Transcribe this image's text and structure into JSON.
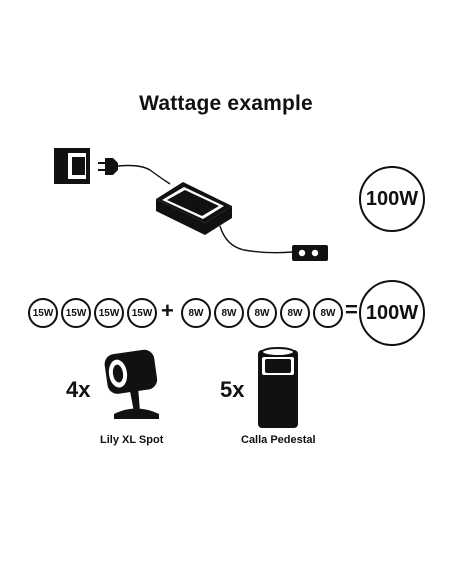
{
  "title": "Wattage example",
  "adapter_output": "100W",
  "row": {
    "spot_watts": [
      "15W",
      "15W",
      "15W",
      "15W"
    ],
    "plus": "+",
    "pedestal_watts": [
      "8W",
      "8W",
      "8W",
      "8W",
      "8W"
    ],
    "equals": "=",
    "total": "100W"
  },
  "products": [
    {
      "quantity": "4x",
      "name": "Lily XL Spot",
      "icon": "spotlight-icon"
    },
    {
      "quantity": "5x",
      "name": "Calla Pedestal",
      "icon": "pedestal-light-icon"
    }
  ]
}
